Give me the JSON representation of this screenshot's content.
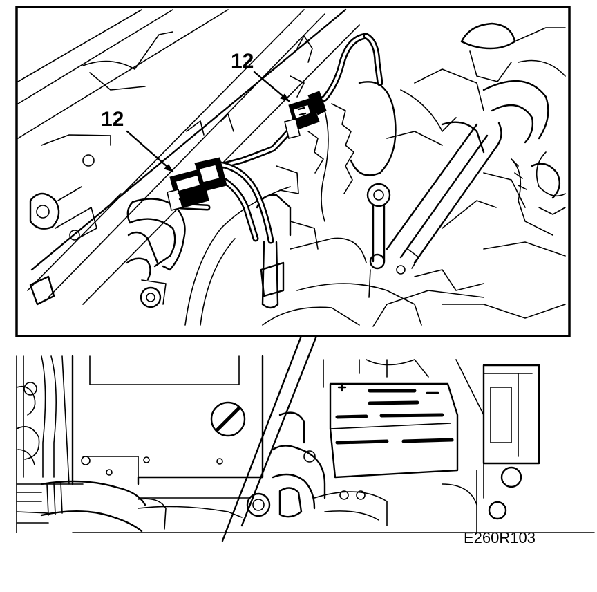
{
  "callouts": [
    {
      "label": "12"
    },
    {
      "label": "12"
    }
  ],
  "figure_id": "E260R103"
}
